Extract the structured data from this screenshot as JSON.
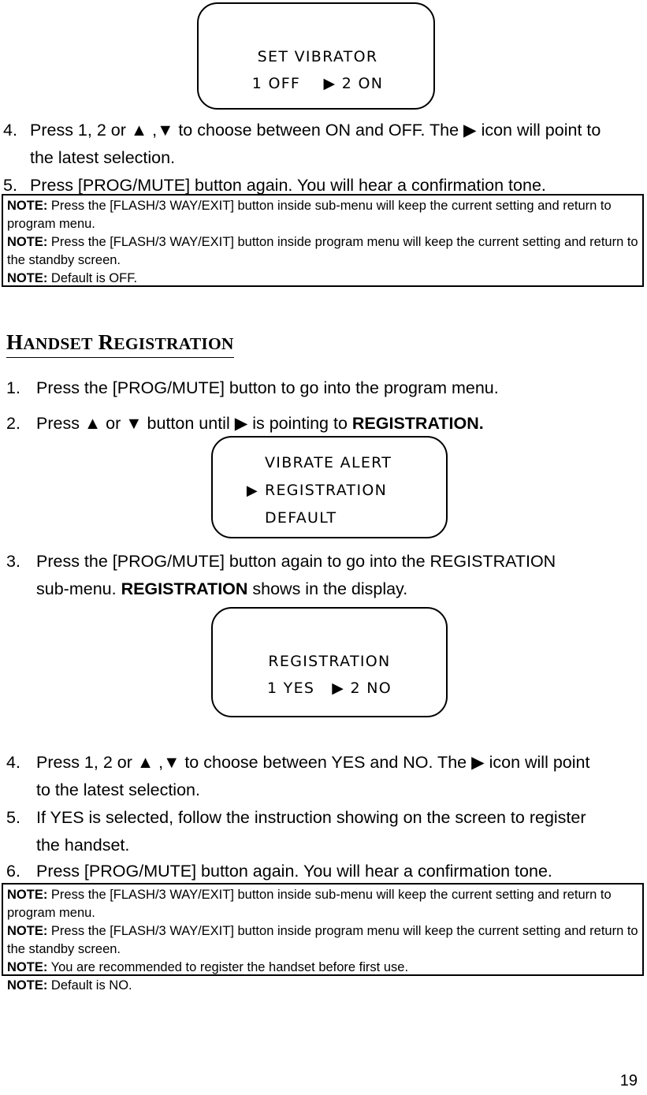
{
  "page": {
    "number": "19"
  },
  "lcd_vibrator": {
    "title": "SET VIBRATOR",
    "options_line": "1 OFF    ▶ 2 ON",
    "pointer_icon": "right-triangle-pointer",
    "selected": "2 ON"
  },
  "lcd_menu": {
    "rows": [
      {
        "pointer": "",
        "label": "VIBRATE ALERT"
      },
      {
        "pointer": "▶",
        "label": "REGISTRATION"
      },
      {
        "pointer": "",
        "label": "DEFAULT"
      }
    ],
    "selected": "REGISTRATION"
  },
  "lcd_registration": {
    "title": "REGISTRATION",
    "options_line": "1 YES   ▶ 2 NO",
    "pointer_icon": "right-triangle-pointer",
    "selected": "2 NO"
  },
  "vibrator_steps": {
    "step4": {
      "num": "4.",
      "line1": "Press 1, 2 or ▲ ,▼  to choose between ON and OFF. The ▶ icon will point to",
      "line2": "the latest selection."
    },
    "step5": {
      "num": "5.",
      "line1": "Press [PROG/MUTE] button again. You will hear a confirmation tone."
    }
  },
  "notebox_vibrator": {
    "notes": [
      {
        "lead": "NOTE:",
        "text": " Press the [FLASH/3 WAY/EXIT] button inside sub-menu will keep the current setting and return to program menu."
      },
      {
        "lead": "NOTE:",
        "text": " Press the [FLASH/3 WAY/EXIT] button inside program menu will keep the current setting and return to the standby screen."
      },
      {
        "lead": "NOTE:",
        "text": " Default is OFF."
      }
    ]
  },
  "heading": {
    "first_letter": "H",
    "first_rest": "ANDSET",
    "second_letter": "R",
    "second_rest": "EGISTRATION",
    "full": "HANDSET REGISTRATION"
  },
  "registration_steps": {
    "step1": {
      "num": "1.",
      "line1": "Press the [PROG/MUTE] button to go into the program menu."
    },
    "step2": {
      "num": "2.",
      "pre": "Press ▲ or ▼ button until ▶ is pointing to ",
      "bold": "REGISTRATION."
    },
    "step3": {
      "num": "3.",
      "line1": "Press the [PROG/MUTE] button again to go into the REGISTRATION",
      "line2_pre": "sub-menu. ",
      "line2_bold": "REGISTRATION",
      "line2_post": " shows in the display."
    },
    "step4": {
      "num": "4.",
      "line1": "Press 1, 2 or ▲ ,▼ to choose between YES and NO. The ▶ icon will point",
      "line2": "to the latest selection."
    },
    "step5": {
      "num": "5.",
      "line1": "If YES is selected, follow the instruction showing on the screen to register",
      "line2": "the handset."
    },
    "step6": {
      "num": "6.",
      "line1": "Press [PROG/MUTE] button again. You will hear a confirmation tone."
    }
  },
  "notebox_registration": {
    "notes": [
      {
        "lead": "NOTE:",
        "text": " Press the [FLASH/3 WAY/EXIT] button inside sub-menu will keep the current setting and return to program menu."
      },
      {
        "lead": "NOTE:",
        "text": " Press the [FLASH/3 WAY/EXIT] button inside program menu will keep the current setting and return to the standby screen."
      },
      {
        "lead": "NOTE:",
        "text": " You are recommended to register the handset before first use."
      },
      {
        "lead": "NOTE:",
        "text": " Default is NO."
      }
    ]
  },
  "colors": {
    "ink": "#000000",
    "paper": "#ffffff"
  }
}
